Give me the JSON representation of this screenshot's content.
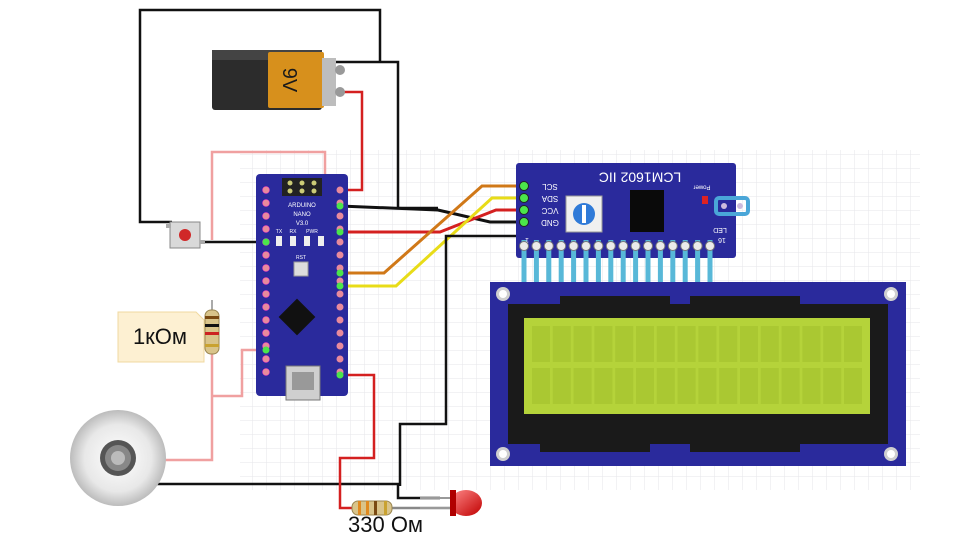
{
  "battery": {
    "label": "9V"
  },
  "arduino": {
    "brand": "ARDUINO",
    "model": "NANO",
    "version": "V3.0",
    "rst_label": "RST",
    "led_labels": [
      "TX",
      "RX",
      "PWR"
    ]
  },
  "i2c_module": {
    "name": "LCM1602 IIC",
    "power_label": "Power",
    "led_label": "LED",
    "pins": [
      "SCL",
      "SDA",
      "VCC",
      "GND"
    ],
    "pin_first": "1",
    "pin_last": "16"
  },
  "resistor_1": {
    "label": "1кОм"
  },
  "resistor_2": {
    "label": "330 Ом"
  },
  "colors": {
    "board_blue": "#2a2a9c",
    "lcd_green": "#b5d33a",
    "wire_red": "#d42020",
    "wire_black": "#111111",
    "wire_orange": "#d07818",
    "wire_yellow": "#e8dc18",
    "wire_pink": "#f0a0a0",
    "pin_cyan": "#58b8d8"
  }
}
